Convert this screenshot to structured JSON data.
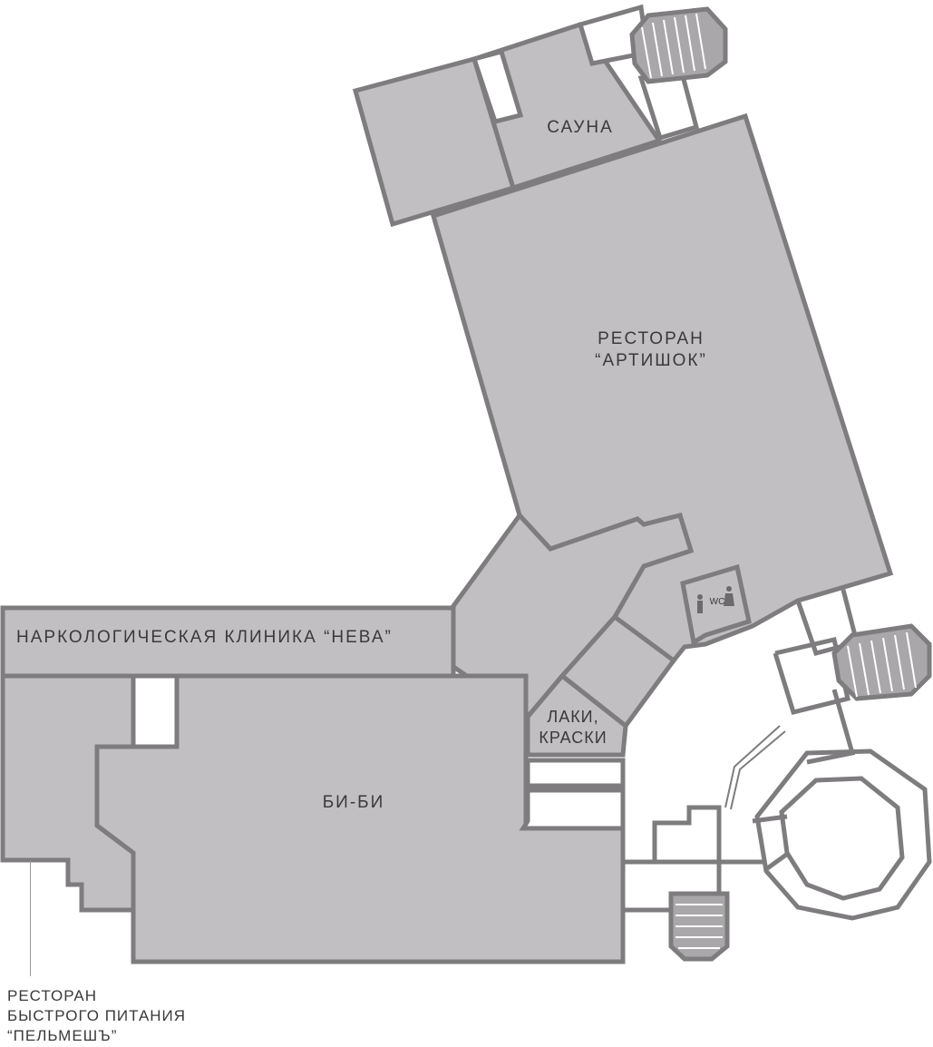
{
  "map": {
    "colors": {
      "room_fill": "#c1bfc1",
      "wall": "#7e7c7e",
      "background": "#ffffff",
      "stair": "#a9a7a9",
      "text": "#3a3a3a"
    },
    "labels": {
      "sauna": "САУНА",
      "artishok": "РЕСТОРАН\n“АРТИШОК”",
      "narko": "НАРКОЛОГИЧЕСКАЯ КЛИНИКА  “НЕВА”",
      "bibi": "БИ-БИ",
      "laki": "ЛАКИ,\nКРАСКИ",
      "pelmesh": "РЕСТОРАН\nБЫСТРОГО ПИТАНИЯ\n“ПЕЛЬМЕШЪ”",
      "wc": "WC"
    },
    "icons": [
      "staircase-icon",
      "wc-icon",
      "person-icon"
    ]
  }
}
